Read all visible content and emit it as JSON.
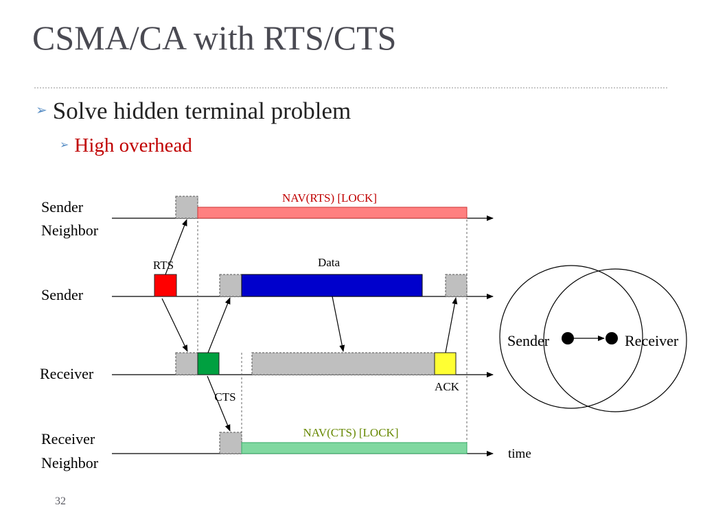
{
  "slide": {
    "title": "CSMA/CA with RTS/CTS",
    "bullets": [
      {
        "text": "Solve hidden terminal problem"
      },
      {
        "text": "High overhead",
        "color": "#c00000"
      }
    ],
    "page_number": "32"
  },
  "timeline": {
    "rows": {
      "sender_neighbor": [
        "Sender",
        "Neighbor"
      ],
      "sender": "Sender",
      "receiver": "Receiver",
      "receiver_neighbor": [
        "Receiver",
        "Neighbor"
      ]
    },
    "labels": {
      "nav_rts": "NAV(RTS) [LOCK]",
      "nav_cts": "NAV(CTS) [LOCK]",
      "rts": "RTS",
      "data": "Data",
      "cts": "CTS",
      "ack": "ACK",
      "time": "time"
    },
    "colors": {
      "rts_frame": "#ff0000",
      "data_frame": "#0000cc",
      "cts_frame": "#00a040",
      "ack_frame": "#ffff33",
      "idle_slot": "#bfbfbf",
      "nav_rts_bar": "#ff8080",
      "nav_cts_bar": "#80d8a0",
      "nav_rts_text": "#c00000",
      "nav_cts_text": "#668800"
    }
  },
  "topology": {
    "sender_label": "Sender",
    "receiver_label": "Receiver"
  }
}
